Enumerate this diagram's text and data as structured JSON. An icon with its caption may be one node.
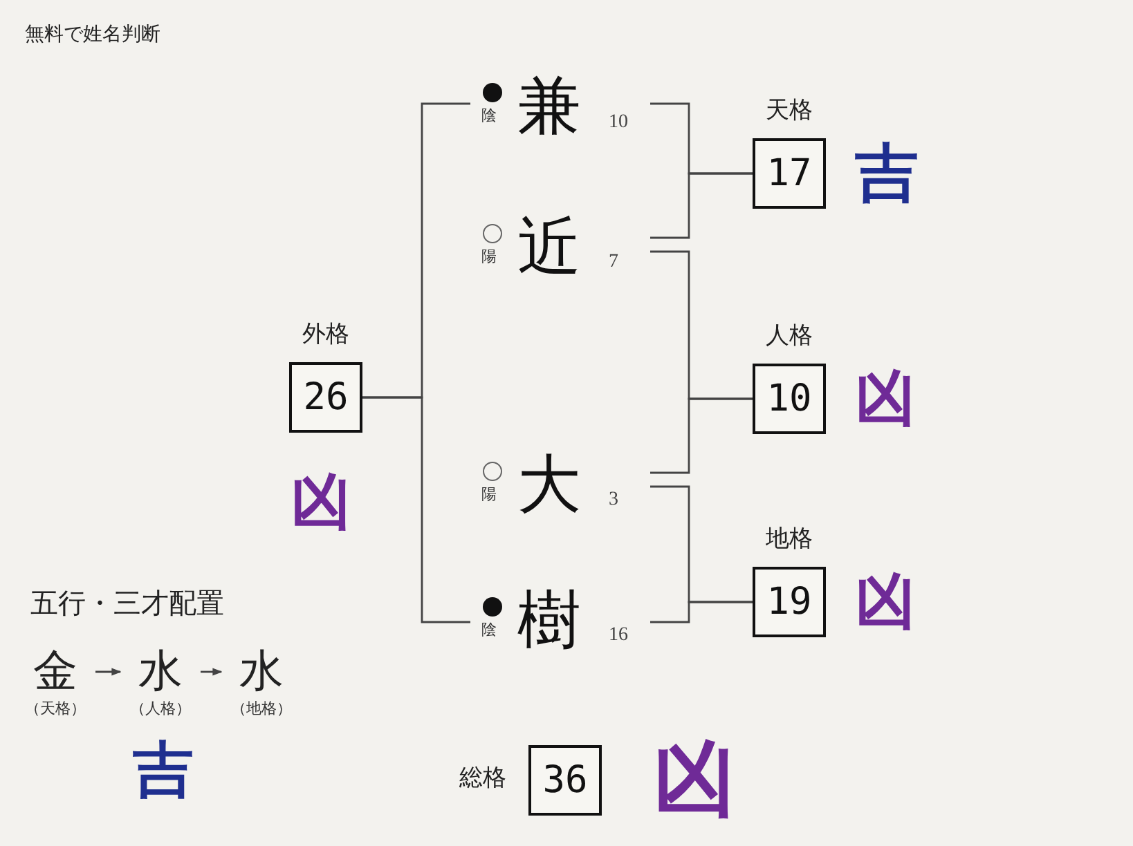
{
  "diagram": {
    "title": "無料で姓名判断",
    "nodes": [
      {
        "text": [
          "兼"
        ],
        "beside": [
          "陰"
        ]
      },
      {
        "text": [
          "近"
        ],
        "beside": [
          "陽"
        ]
      },
      {
        "text": [
          "大"
        ],
        "beside": [
          "陽"
        ]
      },
      {
        "text": [
          "樹"
        ],
        "beside": [
          "陰"
        ]
      },
      {
        "text": [
          "天格",
          "17"
        ],
        "beside": [
          "吉"
        ]
      },
      {
        "text": [
          "人格",
          "10"
        ],
        "beside": [
          "凶"
        ]
      },
      {
        "text": [
          "地格",
          "19"
        ],
        "beside": [
          "凶"
        ]
      },
      {
        "text": [
          "外格",
          "26"
        ],
        "beside": [
          "凶"
        ]
      },
      {
        "text": [
          "総格",
          "36"
        ],
        "beside": [
          "凶"
        ]
      },
      {
        "text": [
          "金"
        ],
        "beside": [
          "（天格）"
        ]
      },
      {
        "text": [
          "水"
        ],
        "beside": [
          "（人格）"
        ]
      },
      {
        "text": [
          "水"
        ],
        "beside": [
          "（地格）"
        ]
      }
    ],
    "edges": [
      {
        "from": 0,
        "to": 4,
        "arrow": "none"
      },
      {
        "from": 1,
        "to": 4,
        "arrow": "none"
      },
      {
        "from": 1,
        "to": 5,
        "arrow": "none"
      },
      {
        "from": 2,
        "to": 5,
        "arrow": "none"
      },
      {
        "from": 2,
        "to": 6,
        "arrow": "none"
      },
      {
        "from": 3,
        "to": 6,
        "arrow": "none"
      },
      {
        "from": 0,
        "to": 7,
        "arrow": "none"
      },
      {
        "from": 3,
        "to": 7,
        "arrow": "none"
      },
      {
        "from": 9,
        "to": 10,
        "arrow": "to"
      },
      {
        "from": 10,
        "to": 11,
        "arrow": "to"
      }
    ],
    "labels": [
      "10",
      "7",
      "3",
      "16",
      "五行・三才配置",
      "吉"
    ]
  }
}
